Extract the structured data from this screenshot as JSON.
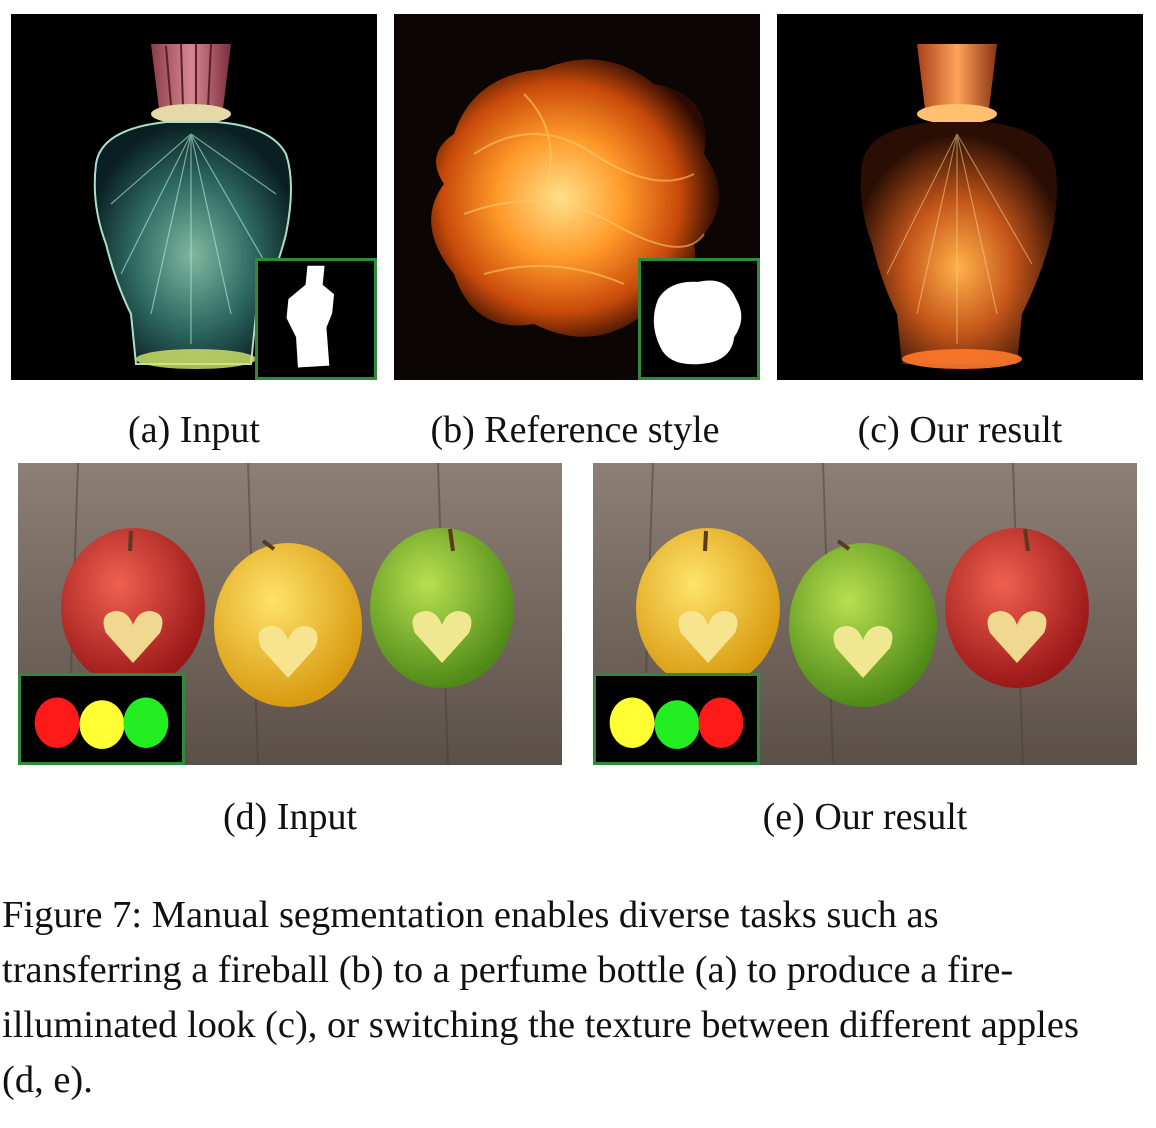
{
  "figure": {
    "panels": {
      "a": {
        "label": "(a) Input"
      },
      "b": {
        "label": "(b) Reference style"
      },
      "c": {
        "label": "(c) Our result"
      },
      "d": {
        "label": "(d) Input"
      },
      "e": {
        "label": "(e) Our result"
      }
    },
    "caption": "Figure 7: Manual segmentation enables diverse tasks such as transferring a fireball (b) to a perfume bottle (a) to produce a fire-illuminated look (c), or switching the texture between different apples (d, e).",
    "colors": {
      "inset_border": "#2f8a3c",
      "mask_red": "#ff1a1a",
      "mask_yellow": "#ffff33",
      "mask_green": "#22ee22"
    }
  }
}
